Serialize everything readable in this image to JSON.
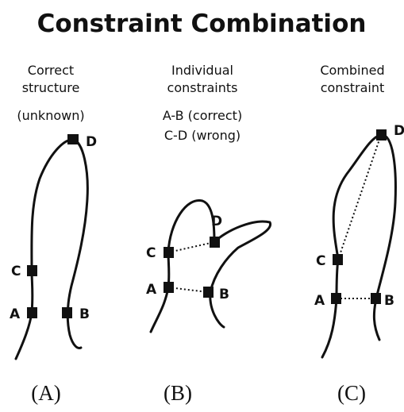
{
  "title": "Constraint Combination",
  "panels": [
    {
      "caption": [
        "Correct",
        "structure",
        "(unknown)"
      ],
      "label": "(A)",
      "nodes": [
        "A",
        "B",
        "C",
        "D"
      ]
    },
    {
      "caption": [
        "Individual",
        "constraints",
        "A-B (correct)",
        "C-D (wrong)"
      ],
      "label": "(B)",
      "nodes": [
        "A",
        "B",
        "C",
        "D"
      ]
    },
    {
      "caption": [
        "Combined",
        "constraint"
      ],
      "label": "(C)",
      "nodes": [
        "A",
        "B",
        "C",
        "D"
      ]
    }
  ]
}
